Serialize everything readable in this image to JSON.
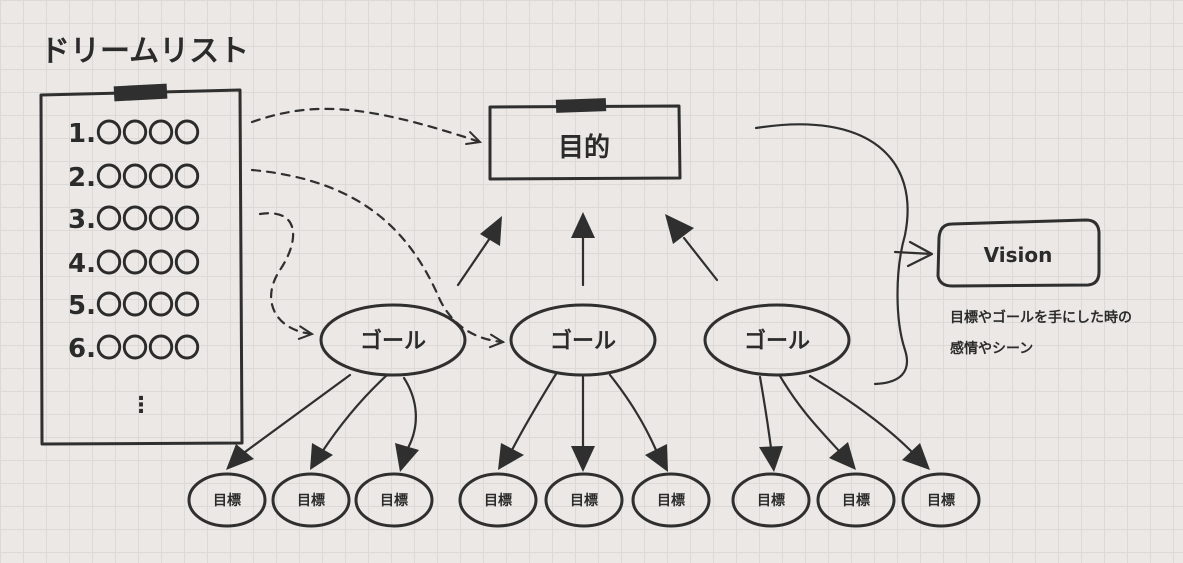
{
  "title": "ドリームリスト",
  "dream_list": {
    "items": [
      "1.〇〇〇〇",
      "2.〇〇〇〇",
      "3.〇〇〇〇",
      "4.〇〇〇〇",
      "5.〇〇〇〇",
      "6.〇〇〇〇"
    ],
    "continuation": "⋮"
  },
  "purpose": {
    "label": "目的"
  },
  "goals": [
    {
      "label": "ゴール",
      "targets": [
        "目標",
        "目標",
        "目標"
      ]
    },
    {
      "label": "ゴール",
      "targets": [
        "目標",
        "目標",
        "目標"
      ]
    },
    {
      "label": "ゴール",
      "targets": [
        "目標",
        "目標",
        "目標"
      ]
    }
  ],
  "vision": {
    "label": "Vision",
    "note_line1": "目標やゴールを手にした時の",
    "note_line2": "感情やシーン"
  },
  "colors": {
    "background": "#ebe8e5",
    "ink": "#2f2f2f",
    "tape": "#2f2f2f"
  }
}
